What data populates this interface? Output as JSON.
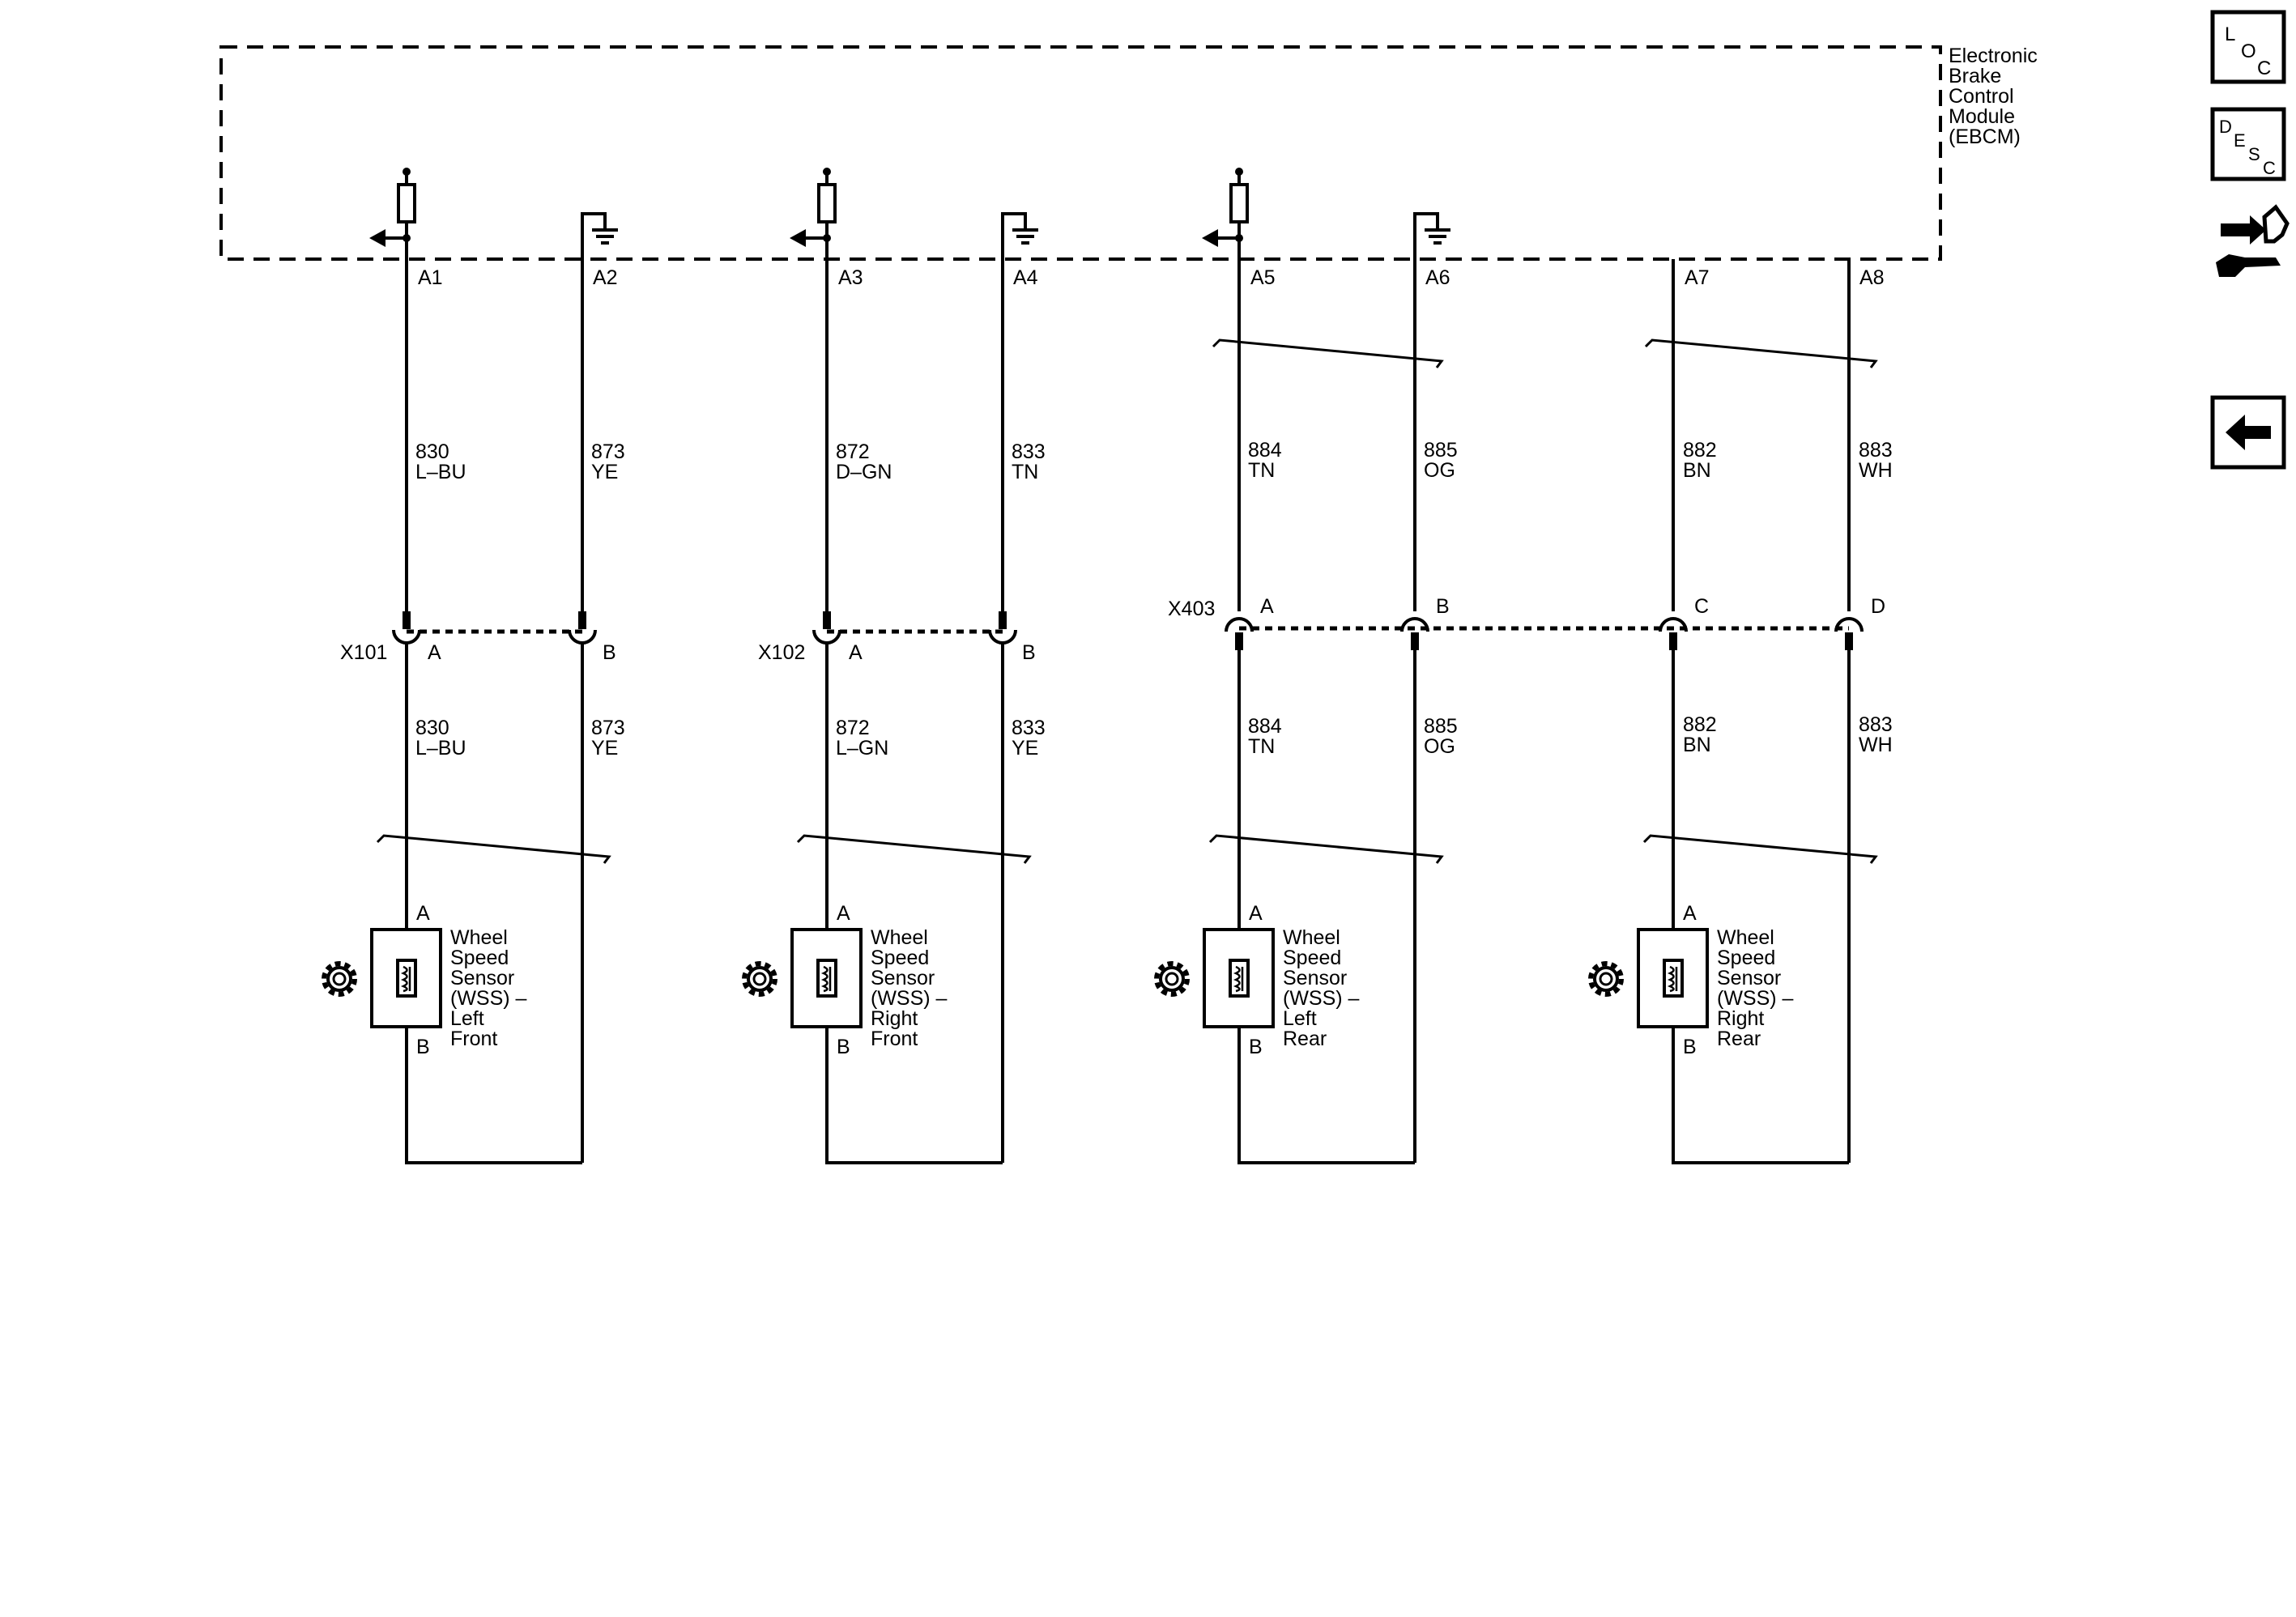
{
  "module": {
    "name_lines": [
      "Electronic",
      "Brake",
      "Control",
      "Module",
      "(EBCM)"
    ]
  },
  "module_pins": [
    "A1",
    "A2",
    "A3",
    "A4",
    "A5",
    "A6",
    "A7",
    "A8"
  ],
  "upper_wires": [
    {
      "circuit": "830",
      "color": "L–BU"
    },
    {
      "circuit": "873",
      "color": "YE"
    },
    {
      "circuit": "872",
      "color": "D–GN"
    },
    {
      "circuit": "833",
      "color": "TN"
    },
    {
      "circuit": "884",
      "color": "TN"
    },
    {
      "circuit": "885",
      "color": "OG"
    },
    {
      "circuit": "882",
      "color": "BN"
    },
    {
      "circuit": "883",
      "color": "WH"
    }
  ],
  "lower_wires": [
    {
      "circuit": "830",
      "color": "L–BU"
    },
    {
      "circuit": "873",
      "color": "YE"
    },
    {
      "circuit": "872",
      "color": "L–GN"
    },
    {
      "circuit": "833",
      "color": "YE"
    },
    {
      "circuit": "884",
      "color": "TN"
    },
    {
      "circuit": "885",
      "color": "OG"
    },
    {
      "circuit": "882",
      "color": "BN"
    },
    {
      "circuit": "883",
      "color": "WH"
    }
  ],
  "connectors": [
    {
      "id": "X101",
      "pins": [
        "A",
        "B"
      ]
    },
    {
      "id": "X102",
      "pins": [
        "A",
        "B"
      ]
    },
    {
      "id": "X403",
      "pins": [
        "A",
        "B",
        "C",
        "D"
      ]
    }
  ],
  "sensors": [
    {
      "pin_top": "A",
      "pin_bottom": "B",
      "name_lines": [
        "Wheel",
        "Speed",
        "Sensor",
        "(WSS) –",
        "Left",
        "Front"
      ]
    },
    {
      "pin_top": "A",
      "pin_bottom": "B",
      "name_lines": [
        "Wheel",
        "Speed",
        "Sensor",
        "(WSS) –",
        "Right",
        "Front"
      ]
    },
    {
      "pin_top": "A",
      "pin_bottom": "B",
      "name_lines": [
        "Wheel",
        "Speed",
        "Sensor",
        "(WSS) –",
        "Left",
        "Rear"
      ]
    },
    {
      "pin_top": "A",
      "pin_bottom": "B",
      "name_lines": [
        "Wheel",
        "Speed",
        "Sensor",
        "(WSS) –",
        "Right",
        "Rear"
      ]
    }
  ],
  "nav": {
    "loc": {
      "l": "L",
      "o": "O",
      "c": "C"
    },
    "desc": {
      "d": "D",
      "e": "E",
      "s": "S",
      "c": "C"
    },
    "connector_icon": "connector-end-view-icon",
    "back_icon": "back-arrow-icon"
  }
}
